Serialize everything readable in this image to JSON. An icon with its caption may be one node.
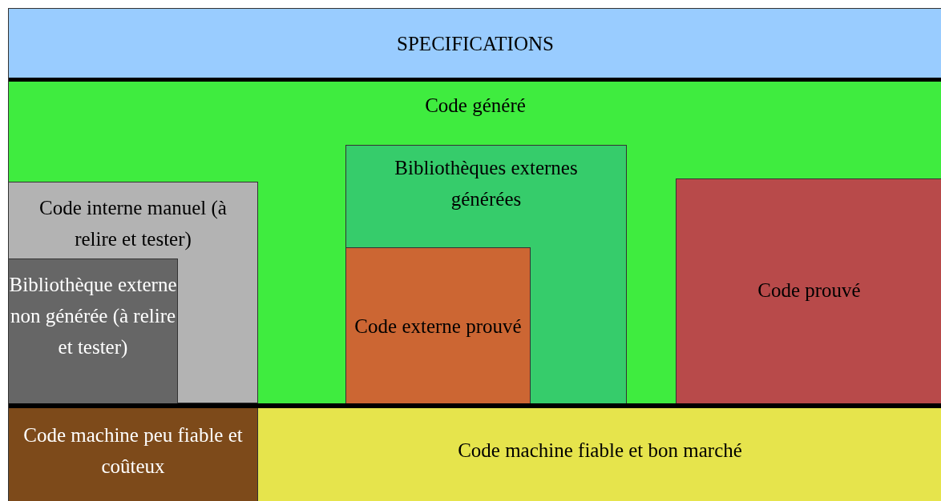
{
  "diagram": {
    "nodes": [
      {
        "text": [
          "SPECIFICATIONS"
        ]
      },
      {
        "text": [
          "Code généré"
        ]
      },
      {
        "text": [
          "Code interne manuel (à relire et tester)"
        ],
        "in": 1
      },
      {
        "text": [
          "Bibliothèque externe non générée (à relire et tester)"
        ],
        "in": 2
      },
      {
        "text": [
          "Bibliothèques externes générées"
        ],
        "in": 1
      },
      {
        "text": [
          "Code externe prouvé"
        ],
        "in": 4
      },
      {
        "text": [
          "Code prouvé"
        ],
        "in": 1
      },
      {
        "text": [
          "Code machine peu fiable et coûteux"
        ]
      },
      {
        "text": [
          "Code machine fiable et bon marché"
        ]
      }
    ]
  }
}
